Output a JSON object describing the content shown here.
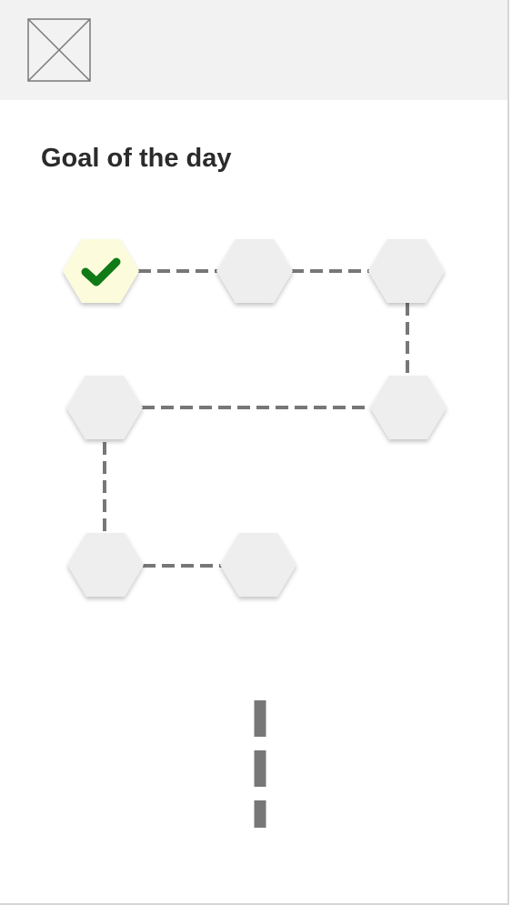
{
  "header": {
    "icon": "image-placeholder-icon"
  },
  "main": {
    "title": "Goal of the day"
  },
  "path": {
    "completed_icon": "check-icon",
    "nodes": [
      {
        "id": "goal-1",
        "status": "completed"
      },
      {
        "id": "goal-2",
        "status": "locked"
      },
      {
        "id": "goal-3",
        "status": "locked"
      },
      {
        "id": "goal-4",
        "status": "locked"
      },
      {
        "id": "goal-5",
        "status": "locked"
      },
      {
        "id": "goal-6",
        "status": "locked"
      },
      {
        "id": "goal-7",
        "status": "locked"
      }
    ]
  },
  "colors": {
    "completed_fill": "#fcfcdc",
    "locked_fill": "#eeeeee",
    "check": "#107a16",
    "connector": "#777777",
    "header_bg": "#f2f2f2"
  }
}
